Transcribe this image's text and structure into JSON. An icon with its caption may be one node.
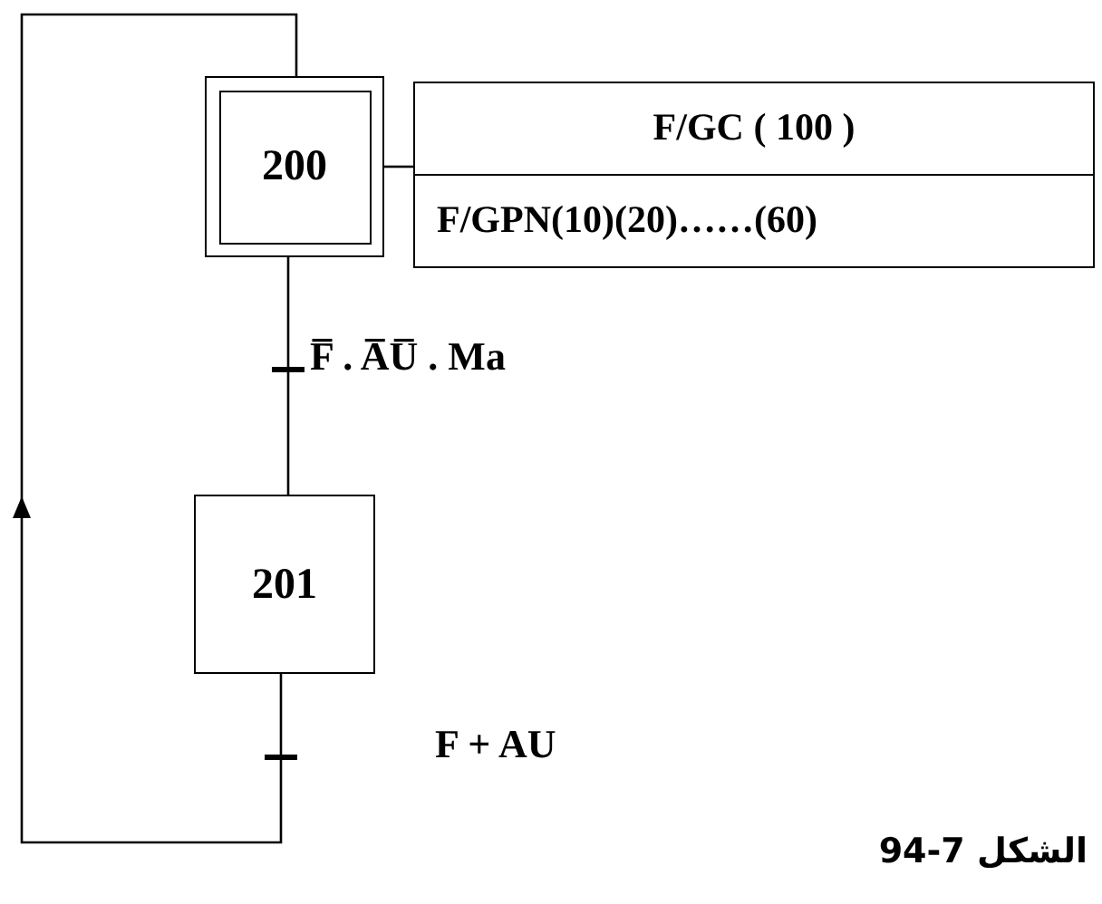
{
  "diagram": {
    "caption": "الشكل 7-94",
    "nodes": [
      {
        "text": [
          "200"
        ]
      },
      {
        "text": [
          "F/GC ( 100 )",
          "F/GPN(10)(20)……(60)"
        ]
      },
      {
        "text": [
          "201"
        ]
      }
    ],
    "edges": [
      {
        "from": 0,
        "to": 1,
        "arrow": "none"
      },
      {
        "from": 0,
        "to": 2,
        "arrow": "none",
        "label": "F̅ . A̅U̅ . Ma"
      },
      {
        "from": 2,
        "to": 0,
        "arrow": "to",
        "label": "F + AU"
      }
    ]
  }
}
